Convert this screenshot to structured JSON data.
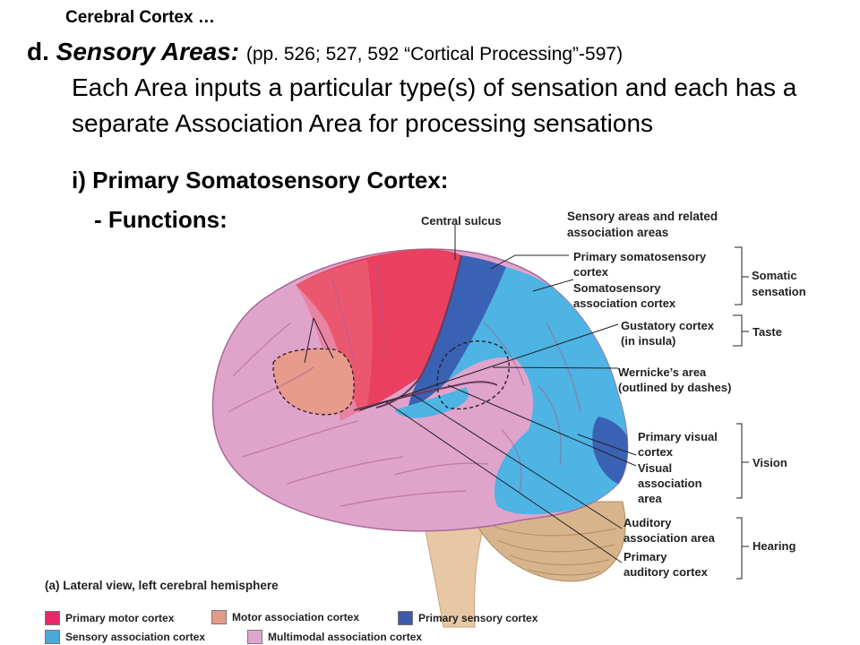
{
  "header": {
    "kicker": "Cerebral Cortex …",
    "section_letter": "d.",
    "section_title": "Sensory Areas:",
    "page_refs": "(pp. 526; 527, 592 “Cortical Processing”-597)",
    "intro_text": "Each Area inputs a particular type(s) of sensation and each has a separate Association Area for processing sensations",
    "sub_heading": "i) Primary Somatosensory  Cortex:",
    "functions_label": "- Functions:"
  },
  "diagram": {
    "central_sulcus_label": "Central sulcus",
    "key_heading_line1": "Sensory areas and related",
    "key_heading_line2": "association areas",
    "labels": {
      "primary_somatosensory": [
        "Primary somatosensory",
        "cortex"
      ],
      "somatosensory_association": [
        "Somatosensory",
        "association cortex"
      ],
      "gustatory": [
        "Gustatory cortex",
        "(in insula)"
      ],
      "wernicke": [
        "Wernicke’s area",
        "(outlined by dashes)"
      ],
      "primary_visual": [
        "Primary visual",
        "cortex"
      ],
      "visual_association": [
        "Visual",
        "association",
        "area"
      ],
      "auditory_association": [
        "Auditory",
        "association area"
      ],
      "primary_auditory": [
        "Primary",
        "auditory cortex"
      ]
    },
    "categories": {
      "somatic": [
        "Somatic",
        "sensation"
      ],
      "taste": "Taste",
      "vision": "Vision",
      "hearing": "Hearing"
    },
    "caption": "(a) Lateral view, left cerebral hemisphere",
    "legend": [
      {
        "label": "Primary motor cortex",
        "color": "#e8286a"
      },
      {
        "label": "Motor association cortex",
        "color": "#e59a8a"
      },
      {
        "label": "Primary sensory cortex",
        "color": "#3f58a8"
      },
      {
        "label": "Sensory association cortex",
        "color": "#4aa8d8"
      },
      {
        "label": "Multimodal association cortex",
        "color": "#dea6cc"
      }
    ],
    "colors": {
      "primary_motor": "#e8405e",
      "motor_association": "#e89a8c",
      "primary_sensory": "#3a62b4",
      "sensory_association": "#4db4e4",
      "multimodal": "#e0a4cc",
      "cerebellum": "#d8b48c",
      "brainstem": "#e8c8a4"
    }
  }
}
